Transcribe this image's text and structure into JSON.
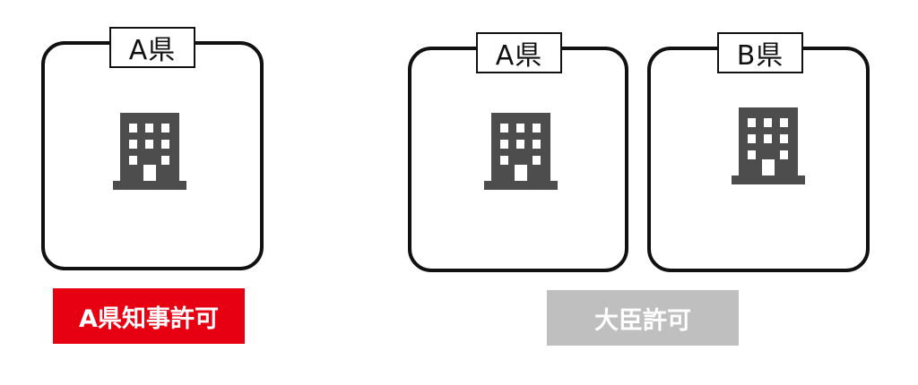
{
  "left_group": {
    "box_a": {
      "tag_label": "A県",
      "icon": "office-building-icon"
    },
    "permit_label": "A県知事許可",
    "permit_color": "#e60012"
  },
  "right_group": {
    "box_a": {
      "tag_label": "A県",
      "icon": "office-building-icon"
    },
    "box_b": {
      "tag_label": "B県",
      "icon": "office-building-icon"
    },
    "permit_label": "大臣許可",
    "permit_color": "#bfbfbf"
  },
  "colors": {
    "border": "#111111",
    "building": "#4d4d4d"
  }
}
